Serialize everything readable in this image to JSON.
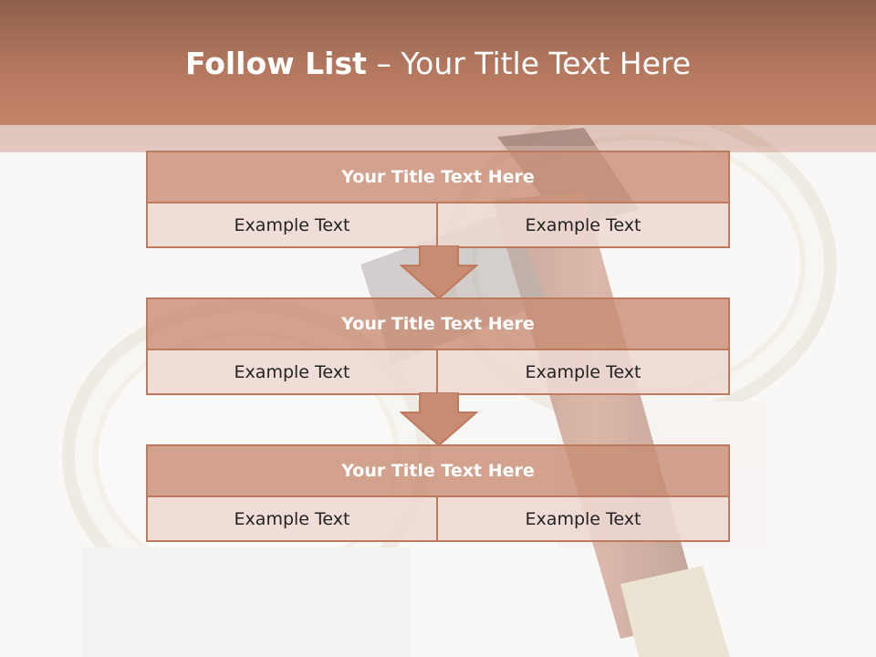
{
  "slide": {
    "title_bold": "Follow List",
    "title_rest": " – Your Title Text Here"
  },
  "blocks": [
    {
      "title": "Your Title Text Here",
      "left": "Example Text",
      "right": "Example Text"
    },
    {
      "title": "Your Title Text Here",
      "left": "Example Text",
      "right": "Example Text"
    },
    {
      "title": "Your Title Text Here",
      "left": "Example Text",
      "right": "Example Text"
    }
  ],
  "colors": {
    "header": "#b4785f",
    "block_title_fill": "#c88c73",
    "block_border": "#bd7a5d",
    "cell_fill": "#eed8d3"
  },
  "background": {
    "depicts": "paint cans and paintbrush"
  }
}
